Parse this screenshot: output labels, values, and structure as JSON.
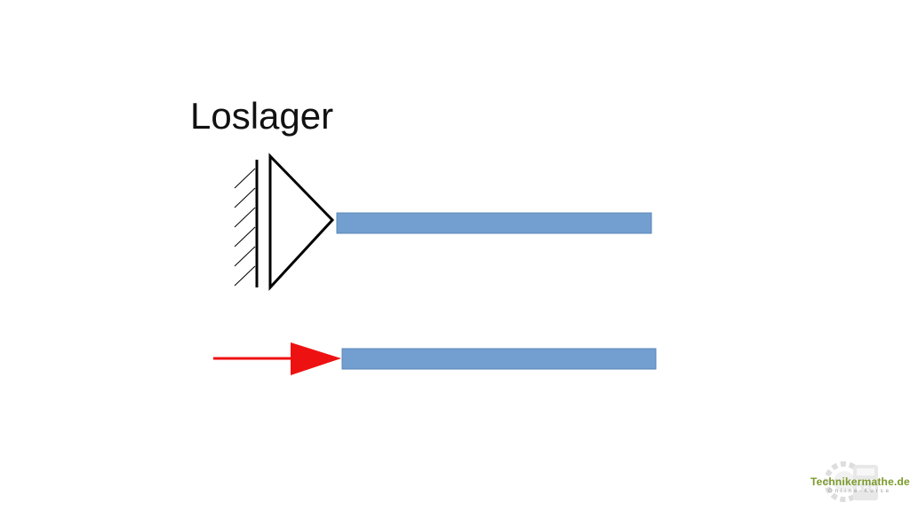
{
  "title": "Loslager",
  "colors": {
    "beam_fill": "#729fcf",
    "beam_stroke": "#5a86b8",
    "arrow": "#ee1111",
    "support": "#000000",
    "logo_green": "#7a9a2a",
    "logo_gray": "#b8b8b8"
  },
  "icons": {
    "support": "floating-bearing-symbol",
    "force": "force-arrow",
    "logo": "gear-calculator-icon"
  },
  "logo": {
    "name": "Technikermathe.de",
    "tagline": "Online-Kurse"
  }
}
